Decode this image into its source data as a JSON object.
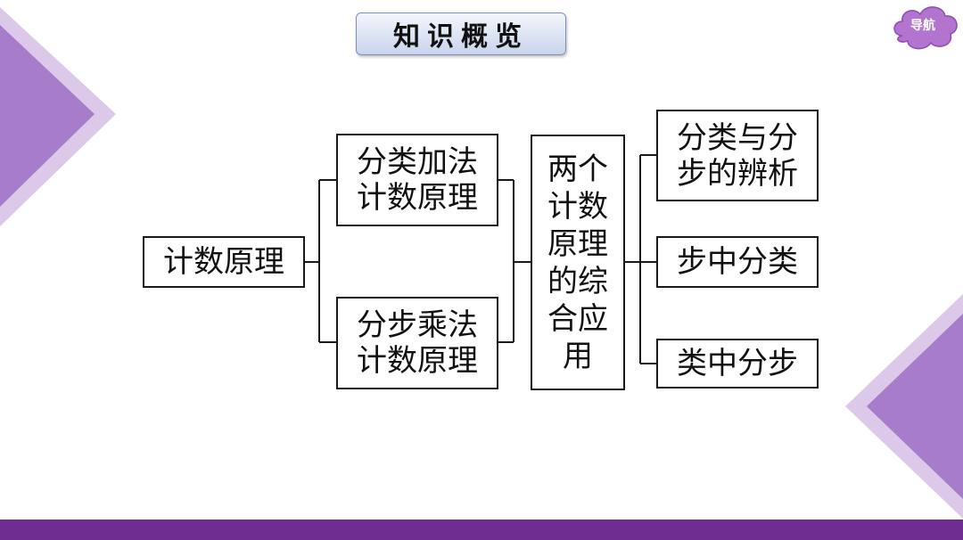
{
  "title": "知识概览",
  "nav_label": "导航",
  "colors": {
    "accent": "#6f2c91",
    "triangle": "#a67ccb",
    "triangle_light": "#dcc9ea"
  },
  "diagram": {
    "root": "计数原理",
    "principle_add": "分类加法计数原理",
    "principle_mul": "分步乘法计数原理",
    "combined": "两个计数原理的综合应用",
    "leaf_1": "分类与分步的辨析",
    "leaf_2": "步中分类",
    "leaf_3": "类中分步"
  }
}
